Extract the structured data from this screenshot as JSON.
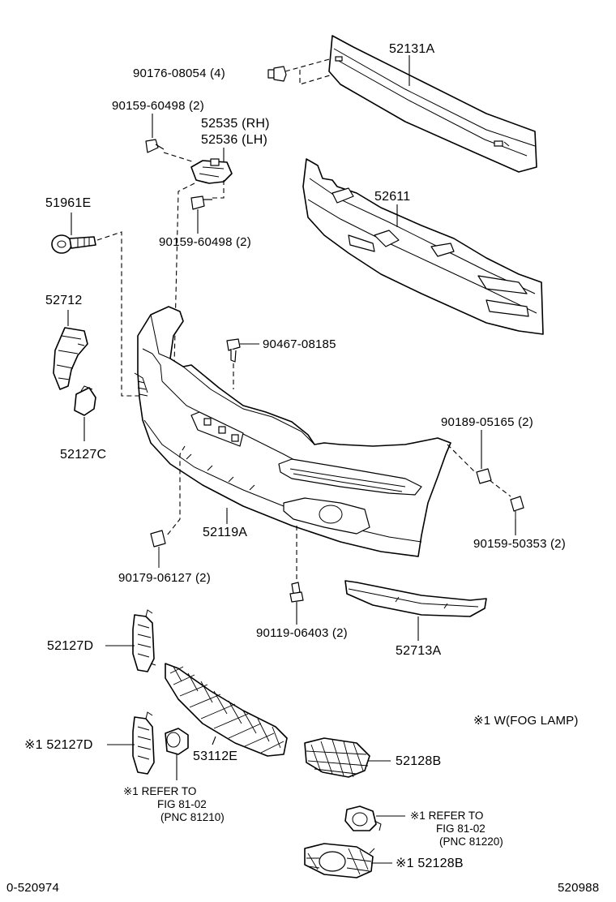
{
  "labels": {
    "p52131A": "52131A",
    "p90176": "90176-08054 (4)",
    "p90159a": "90159-60498 (2)",
    "p52535": "52535 (RH)",
    "p52536": "52536 (LH)",
    "p90159b": "90159-60498 (2)",
    "p51961E": "51961E",
    "p52611": "52611",
    "p52712": "52712",
    "p90467": "90467-08185",
    "p52127C": "52127C",
    "p90189": "90189-05165 (2)",
    "p90159c": "90159-50353 (2)",
    "p52119A": "52119A",
    "p90179": "90179-06127 (2)",
    "p90119": "90119-06403 (2)",
    "p52713A": "52713A",
    "p52127D": "52127D",
    "note": "※1 W(FOG LAMP)",
    "p52127D2": "※1  52127D",
    "p53112E": "53112E",
    "p52128B": "52128B",
    "p52128B2": "※1 52128B",
    "ref1_l1": "※1  REFER TO",
    "ref1_l2": "FIG 81-02",
    "ref1_l3": "(PNC 81210)",
    "ref2_l1": "※1  REFER TO",
    "ref2_l2": "FIG 81-02",
    "ref2_l3": "(PNC 81220)",
    "footer_left": "0-520974",
    "footer_right": "520988"
  }
}
